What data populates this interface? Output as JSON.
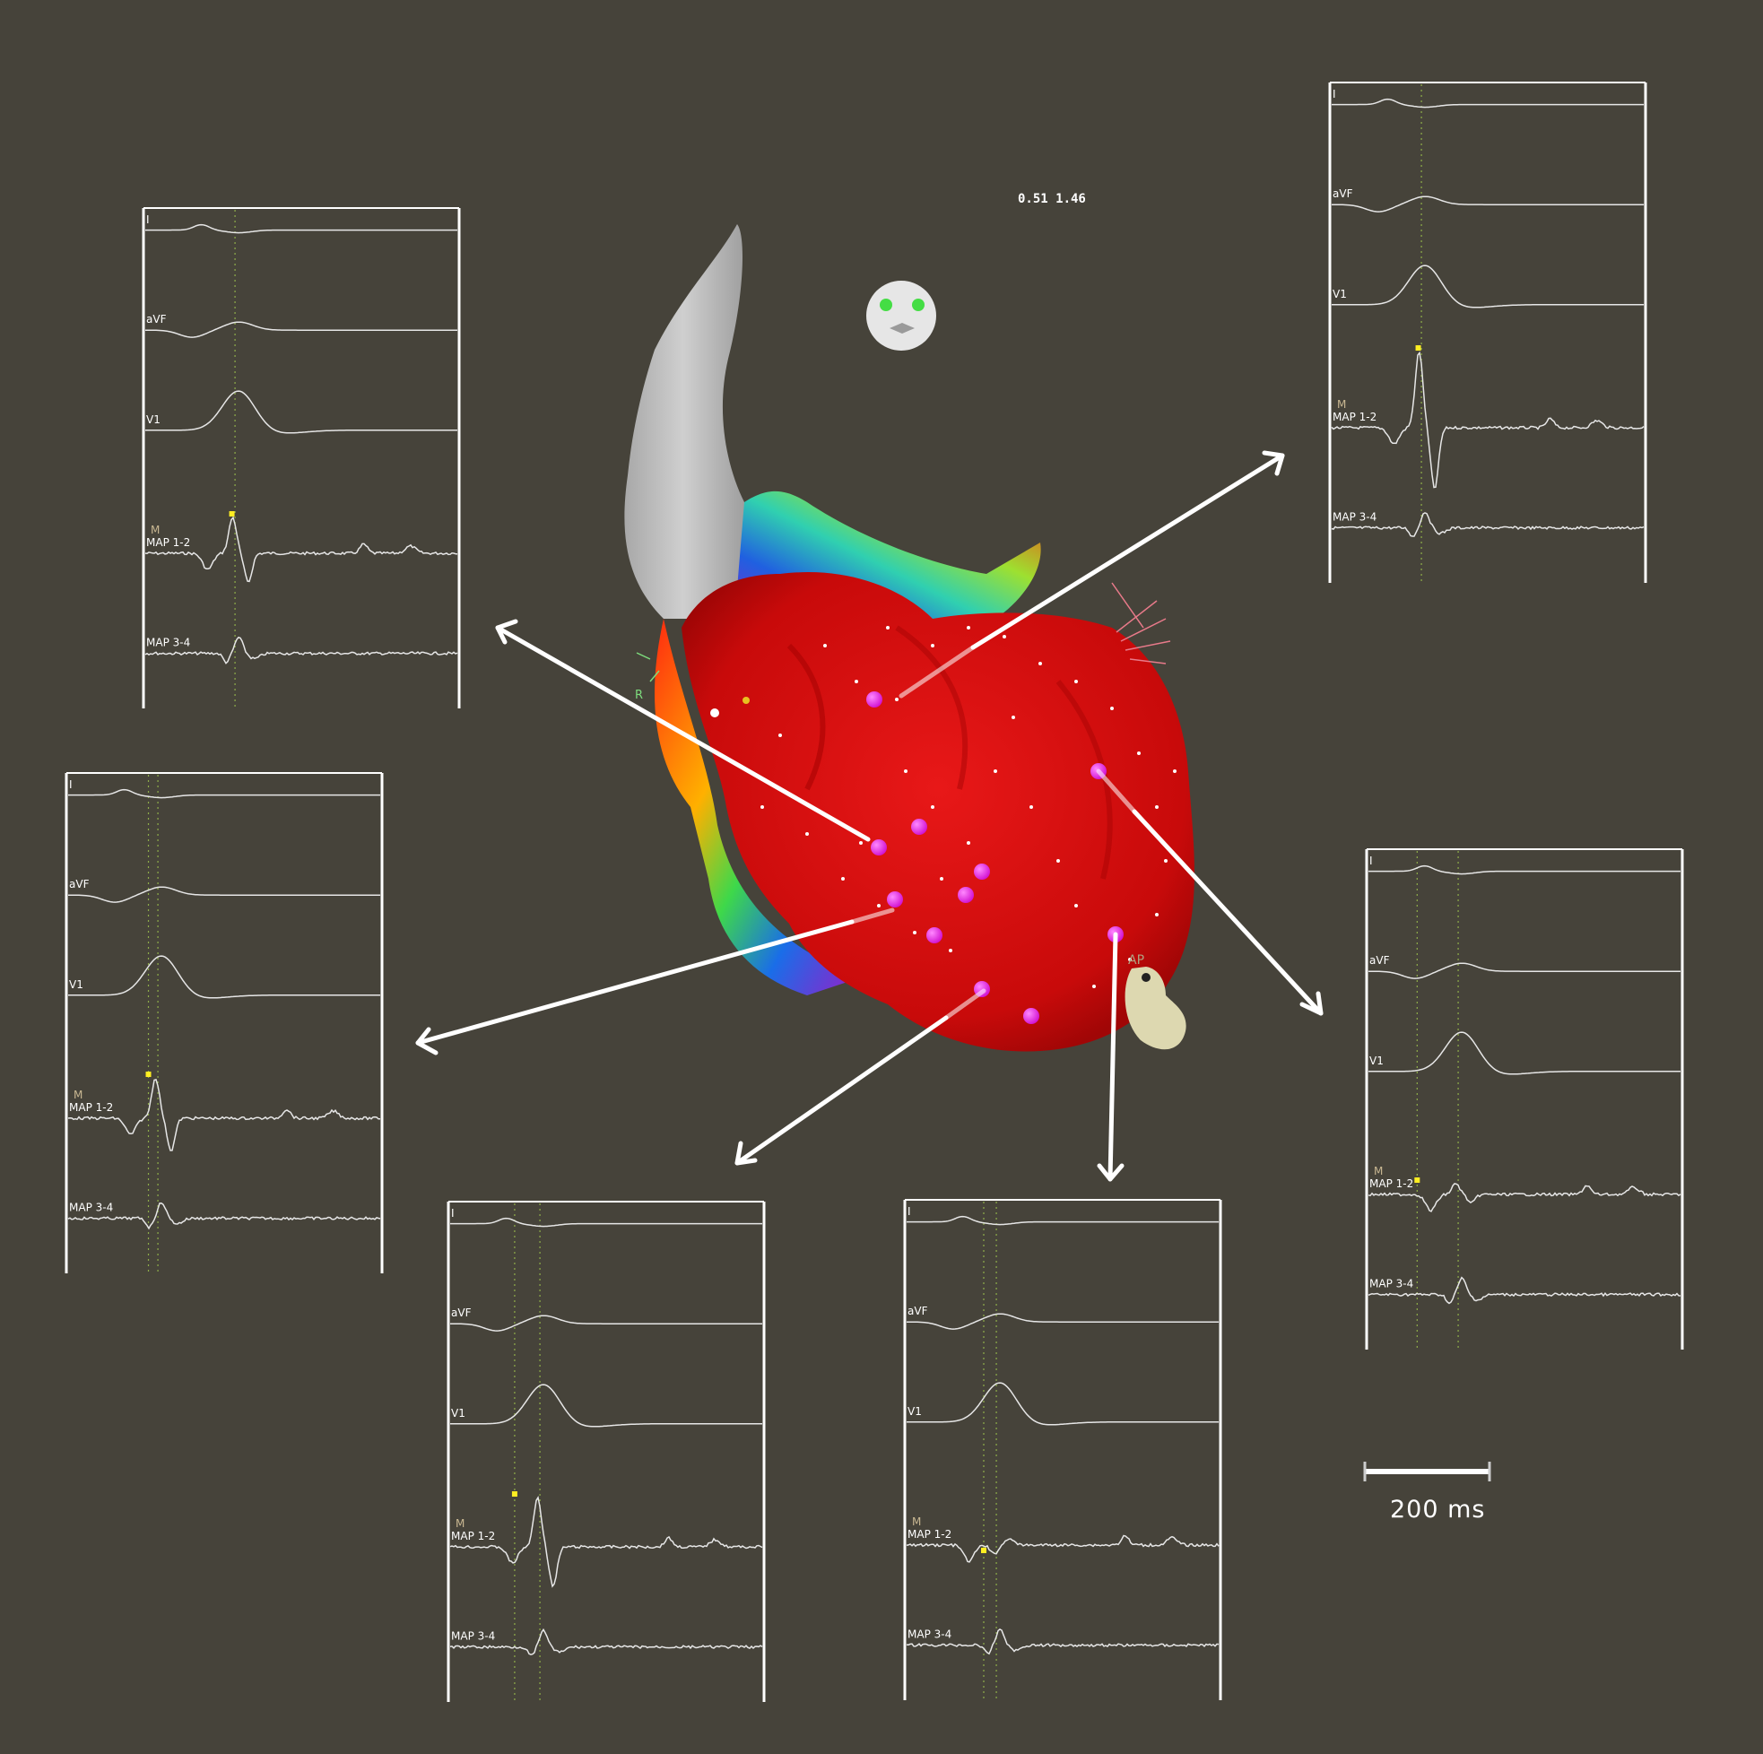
{
  "readout": "0.51 1.46",
  "orientation_label": "AP",
  "side_label": "R",
  "scale_bar": {
    "label": "200 ms"
  },
  "colors": {
    "background": "#46433a",
    "trace": "#e6e6e6",
    "map_red": "#d50f0f",
    "ablation_point": "#e020e0",
    "marker_dot": "#ffee22",
    "guide_line": "#8fae4a"
  },
  "lead_labels": [
    "I",
    "aVF",
    "V1",
    "MAP 1-2",
    "MAP 3-4"
  ],
  "marker_label": "M",
  "icons": [
    "face-orientation-icon",
    "torso-orientation-icon"
  ]
}
